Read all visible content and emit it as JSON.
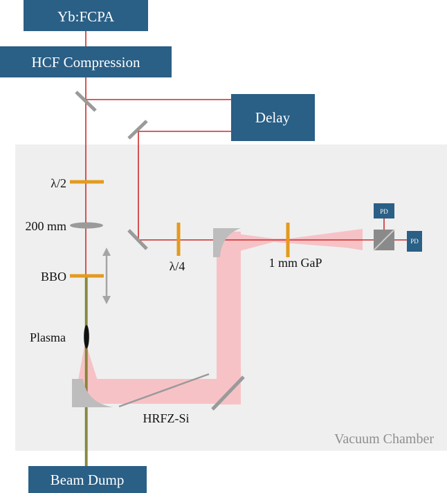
{
  "boxes": {
    "amplifier": "Yb:FCPA",
    "compression": "HCF Compression",
    "delay": "Delay",
    "beam_dump": "Beam Dump"
  },
  "components": {
    "half_wave": "λ/2",
    "lens": "200 mm",
    "crystal": "BBO",
    "plasma": "Plasma",
    "quarter_wave": "λ/4",
    "gap_crystal": "1 mm GaP",
    "filter": "HRFZ-Si",
    "photodiode": "PD"
  },
  "chamber_label": "Vacuum Chamber",
  "colors": {
    "box_fill": "#2a5f86",
    "beam_red": "#cc2a2a",
    "thz_beam": "#f7c2c6",
    "optic_orange": "#e49a1d",
    "mirror_gray": "#9a9a9a",
    "chamber_fill": "#efefef",
    "green_beam": "#5f9a26"
  }
}
